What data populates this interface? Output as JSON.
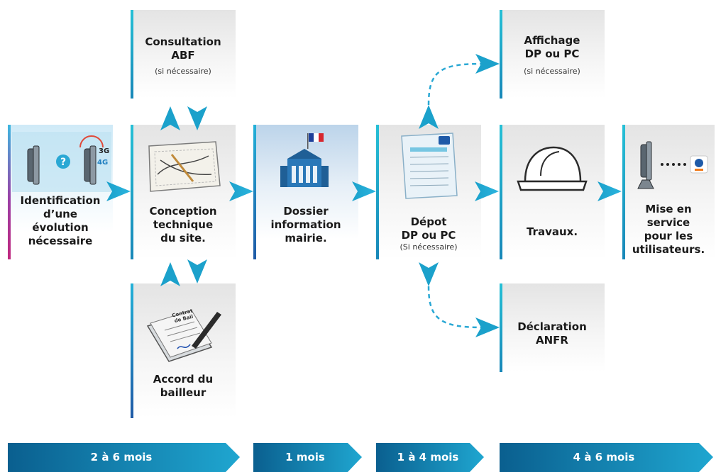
{
  "steps": {
    "identification": {
      "label": "Identification\nd’une\névolution\nnécessaire",
      "badge_3g": "3G",
      "badge_4g": "4G",
      "badge_q": "?"
    },
    "conception": {
      "label": "Conception\ntechnique\ndu site."
    },
    "consultation": {
      "label": "Consultation\nABF",
      "note": "(si nécessaire)"
    },
    "accord": {
      "label": "Accord du\nbailleur",
      "doc_title": "Contrat\nde Bail"
    },
    "dossier": {
      "label": "Dossier\ninformation\nmairie."
    },
    "depot": {
      "label": "Dépot\nDP ou PC",
      "note": "(Si nécessaire)"
    },
    "affichage": {
      "label": "Affichage\nDP ou PC",
      "note": "(si nécessaire)"
    },
    "declaration": {
      "label": "Déclaration\nANFR"
    },
    "travaux": {
      "label": "Travaux."
    },
    "mise_en_service": {
      "label": "Mise en\nservice\npour les\nutilisateurs."
    }
  },
  "timeline": [
    {
      "label": "2 à 6 mois"
    },
    {
      "label": "1 mois"
    },
    {
      "label": "1 à 4 mois"
    },
    {
      "label": "4 à 6 mois"
    }
  ],
  "colors": {
    "arrow": "#1ba1cb",
    "timeline_dark": "#0a5f8f",
    "timeline_light": "#1fa6d0",
    "dashed": "#2aa8d4"
  }
}
